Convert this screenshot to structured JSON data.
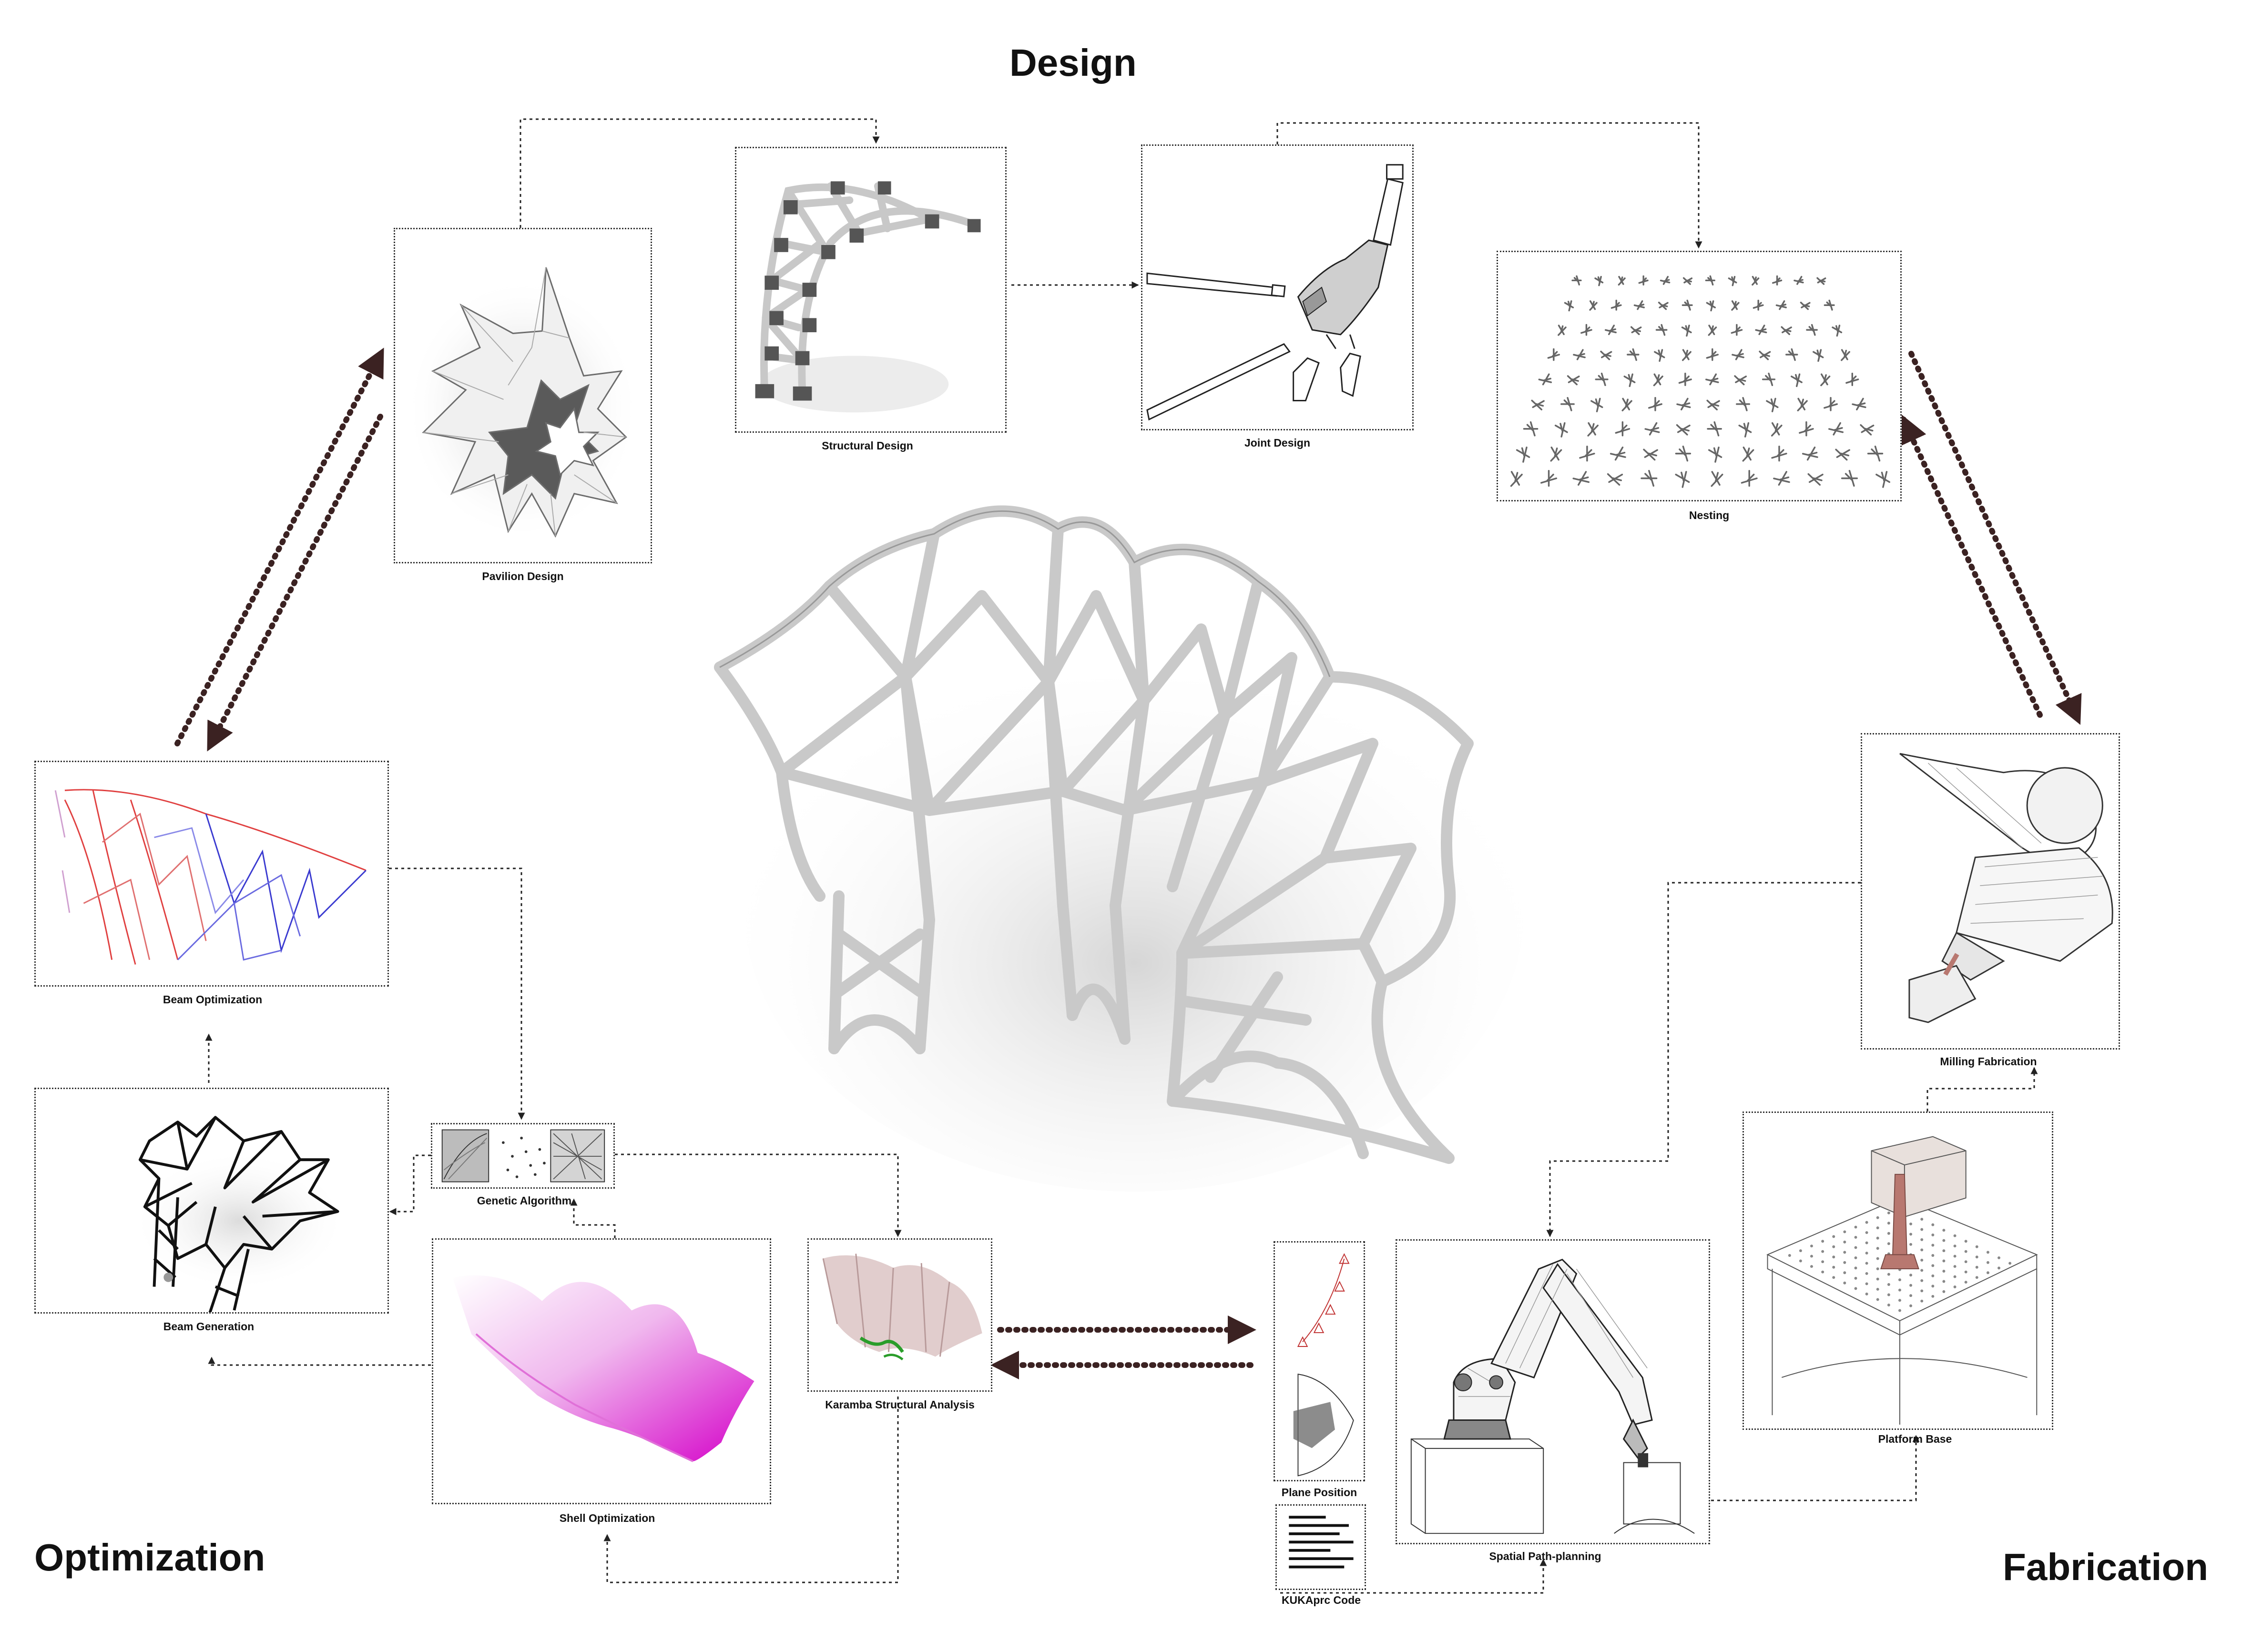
{
  "sections": {
    "design": "Design",
    "optimization": "Optimization",
    "fabrication": "Fabrication"
  },
  "panels": {
    "pavilion_design": "Pavilion Design",
    "structural_design": "Structural Design",
    "joint_design": "Joint Design",
    "nesting": "Nesting",
    "beam_optimization": "Beam Optimization",
    "genetic_algorithm": "Genetic Algorithm",
    "beam_generation": "Beam Generation",
    "shell_optimization": "Shell Optimization",
    "karamba_structural_analysis": "Karamba Structural Analysis",
    "milling_fabrication": "Milling Fabrication",
    "platform_base": "Platform Base",
    "plane_position": "Plane Position",
    "spatial_path_planning": "Spatial Path-planning",
    "kukaprc_code": "KUKAprc Code"
  },
  "colors": {
    "arrow": "#3b2222",
    "connector": "#222222",
    "shell_magenta": "#d400c8",
    "beam_red": "#e04040",
    "beam_blue": "#3a3ad0",
    "karamba_pink": "#d8b8b8",
    "karamba_green": "#2a9d2a",
    "platform_joint": "#b87870"
  }
}
